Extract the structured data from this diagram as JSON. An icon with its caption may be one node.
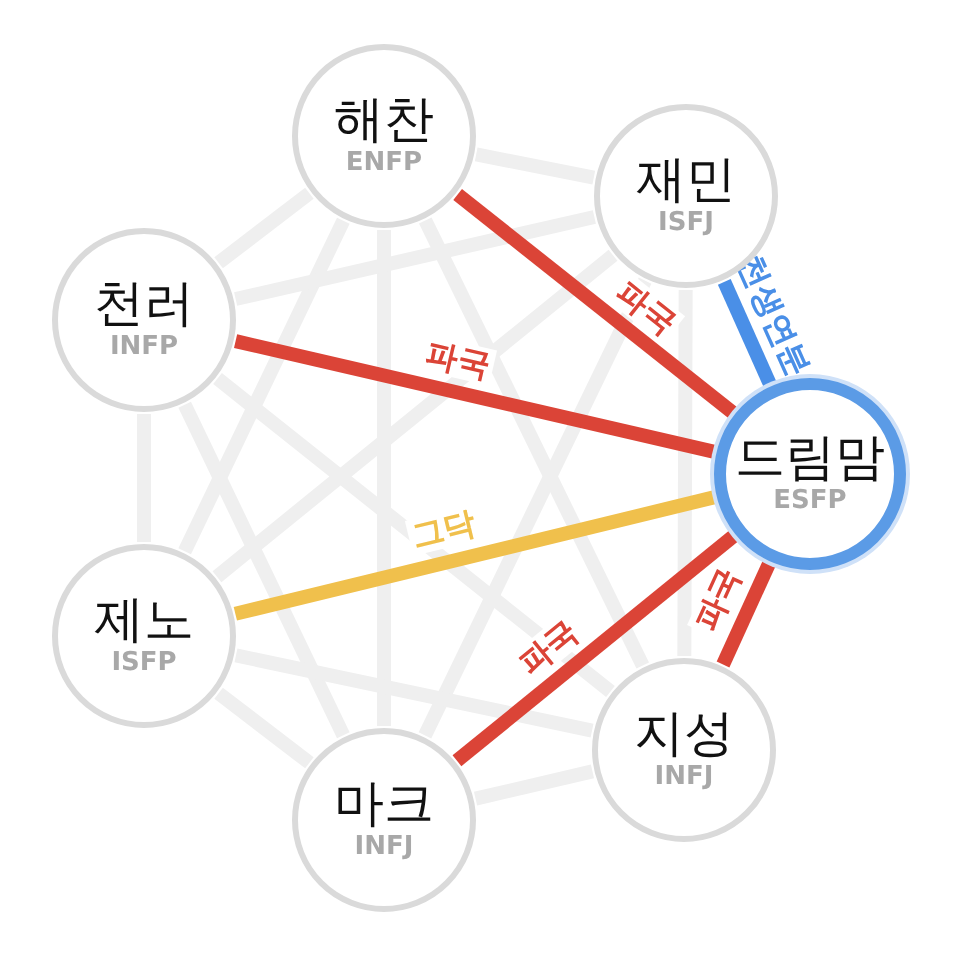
{
  "diagram": {
    "nodes": [
      {
        "text": [
          "해찬",
          "ENFP"
        ]
      },
      {
        "text": [
          "재민",
          "ISFJ"
        ]
      },
      {
        "text": [
          "천러",
          "INFP"
        ]
      },
      {
        "text": [
          "드림맘",
          "ESFP"
        ]
      },
      {
        "text": [
          "제노",
          "ISFP"
        ]
      },
      {
        "text": [
          "마크",
          "INFJ"
        ]
      },
      {
        "text": [
          "지성",
          "INFJ"
        ]
      }
    ],
    "edges": [
      {
        "from": 0,
        "to": 1,
        "arrow": "none"
      },
      {
        "from": 0,
        "to": 2,
        "arrow": "none"
      },
      {
        "from": 0,
        "to": 4,
        "arrow": "none"
      },
      {
        "from": 0,
        "to": 5,
        "arrow": "none"
      },
      {
        "from": 0,
        "to": 6,
        "arrow": "none"
      },
      {
        "from": 1,
        "to": 2,
        "arrow": "none"
      },
      {
        "from": 1,
        "to": 4,
        "arrow": "none"
      },
      {
        "from": 1,
        "to": 5,
        "arrow": "none"
      },
      {
        "from": 1,
        "to": 6,
        "arrow": "none"
      },
      {
        "from": 2,
        "to": 4,
        "arrow": "none"
      },
      {
        "from": 2,
        "to": 5,
        "arrow": "none"
      },
      {
        "from": 2,
        "to": 6,
        "arrow": "none"
      },
      {
        "from": 4,
        "to": 5,
        "arrow": "none"
      },
      {
        "from": 4,
        "to": 6,
        "arrow": "none"
      },
      {
        "from": 5,
        "to": 6,
        "arrow": "none"
      },
      {
        "from": 0,
        "to": 3,
        "arrow": "none",
        "label": "파국",
        "color": "#db4437"
      },
      {
        "from": 1,
        "to": 3,
        "arrow": "none",
        "label": "천생연분",
        "color": "#4a8fe7"
      },
      {
        "from": 2,
        "to": 3,
        "arrow": "none",
        "label": "파국",
        "color": "#db4437"
      },
      {
        "from": 4,
        "to": 3,
        "arrow": "none",
        "label": "그닥",
        "color": "#f0c04c"
      },
      {
        "from": 5,
        "to": 3,
        "arrow": "none",
        "label": "파국",
        "color": "#db4437"
      },
      {
        "from": 6,
        "to": 3,
        "arrow": "none",
        "label": "파국",
        "color": "#db4437"
      }
    ]
  }
}
